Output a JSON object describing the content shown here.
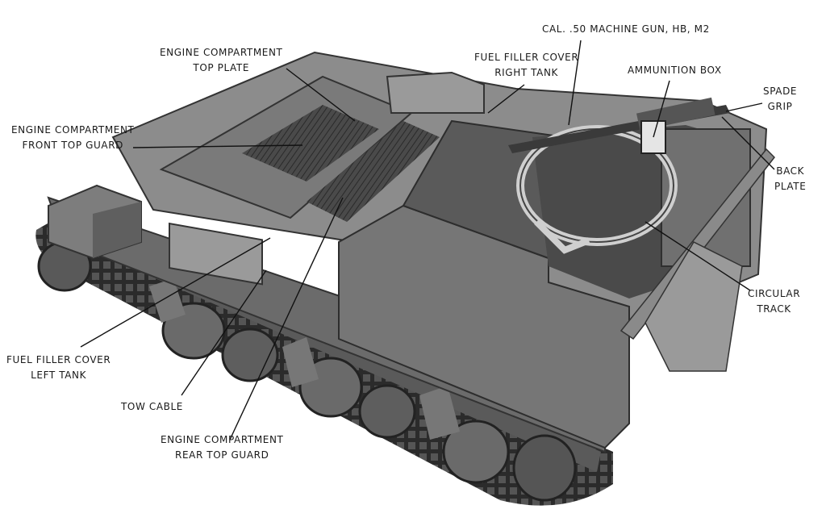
{
  "labels": {
    "engine_compartment_top_plate": [
      "ENGINE COMPARTMENT",
      "TOP PLATE"
    ],
    "cal_50_machine_gun": [
      "CAL. .50 MACHINE GUN, HB, M2"
    ],
    "fuel_filler_cover_right_tank": [
      "FUEL FILLER COVER",
      "RIGHT TANK"
    ],
    "ammunition_box": [
      "AMMUNITION BOX"
    ],
    "spade_grip": [
      "SPADE",
      "GRIP"
    ],
    "engine_compartment_front_top_guard": [
      "ENGINE COMPARTMENT",
      "FRONT TOP GUARD"
    ],
    "back_plate": [
      "BACK",
      "PLATE"
    ],
    "circular_track": [
      "CIRCULAR",
      "TRACK"
    ],
    "fuel_filler_cover_left_tank": [
      "FUEL FILLER COVER",
      "LEFT TANK"
    ],
    "tow_cable": [
      "TOW CABLE"
    ],
    "engine_compartment_rear_top_guard": [
      "ENGINE COMPARTMENT",
      "REAR TOP GUARD"
    ]
  },
  "colors": {
    "background": "#ffffff",
    "ink": "#1a1a1a",
    "hull_light": "#8c8c8c",
    "hull_mid": "#6b6b6b",
    "hull_dark": "#3e3e3e",
    "track": "#2b2b2b"
  }
}
